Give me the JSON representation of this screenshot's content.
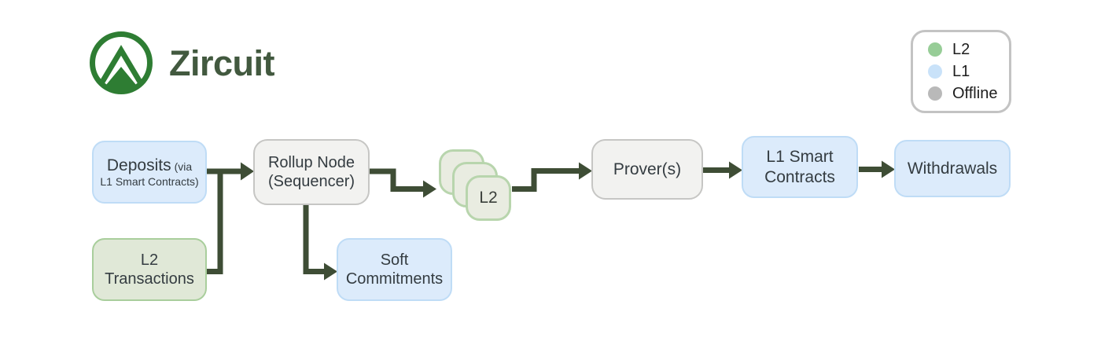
{
  "header": {
    "brand": "Zircuit",
    "logo_icon": "zircuit-mountain-logo"
  },
  "legend": {
    "items": [
      {
        "label": "L2",
        "color": "#97cd97"
      },
      {
        "label": "L1",
        "color": "#c9e2f9"
      },
      {
        "label": "Offline",
        "color": "#b9b9b9"
      }
    ]
  },
  "nodes": {
    "deposits": {
      "title": "Deposits",
      "title_suffix": "(via",
      "line2": "L1 Smart Contracts)",
      "layer": "L1"
    },
    "l2_transactions": {
      "line1": "L2",
      "line2": "Transactions",
      "layer": "L2"
    },
    "rollup_node": {
      "line1": "Rollup Node",
      "line2": "(Sequencer)",
      "layer": "Offline"
    },
    "soft_commitments": {
      "line1": "Soft",
      "line2": "Commitments",
      "layer": "L1"
    },
    "l2_blocks": {
      "label": "L2",
      "layer": "L2",
      "stack_count": 3
    },
    "provers": {
      "label": "Prover(s)",
      "layer": "Offline"
    },
    "l1_smart_contracts": {
      "line1": "L1 Smart",
      "line2": "Contracts",
      "layer": "L1"
    },
    "withdrawals": {
      "label": "Withdrawals",
      "layer": "L1"
    }
  },
  "flow": [
    "Deposits (via L1 Smart Contracts) -> Rollup Node (Sequencer)",
    "L2 Transactions -> Rollup Node (Sequencer)",
    "Rollup Node (Sequencer) -> L2 blocks",
    "Rollup Node (Sequencer) -> Soft Commitments",
    "L2 blocks -> Prover(s)",
    "Prover(s) -> L1 Smart Contracts",
    "L1 Smart Contracts -> Withdrawals"
  ],
  "colors": {
    "l2_fill": "#e0e8d7",
    "l2_border": "#a9ce9c",
    "l1_fill": "#dcebfb",
    "l1_border": "#bfdcf6",
    "offline_fill": "#f2f2f0",
    "offline_border": "#c6c6c4",
    "arrow": "#3e4d35",
    "brand_green": "#2e7d33",
    "brand_text": "#42593f"
  }
}
